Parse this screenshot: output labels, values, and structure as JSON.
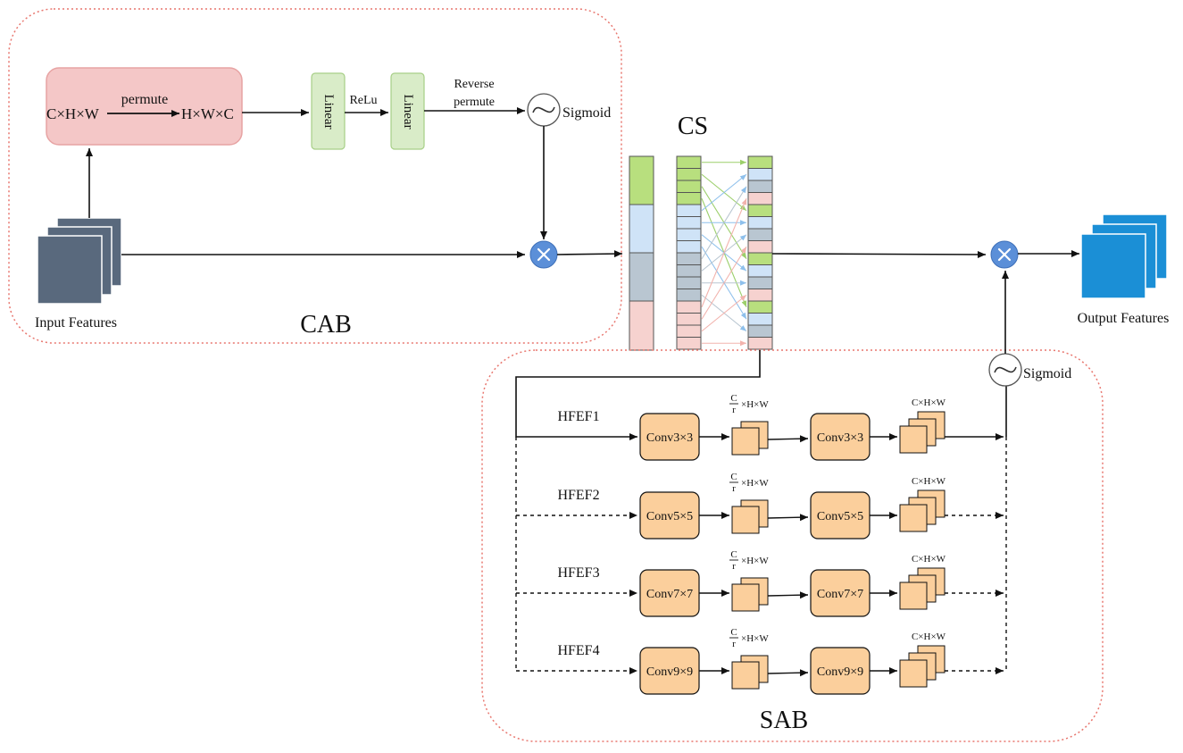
{
  "cab": {
    "title": "CAB",
    "input_label": "Input Features",
    "shape_in": "C×H×W",
    "permute_label": "permute",
    "shape_out": "H×W×C",
    "linear1": "Linear",
    "relu": "ReLu",
    "linear2": "Linear",
    "reverse_line1": "Reverse",
    "reverse_line2": "permute",
    "sigmoid": "Sigmoid"
  },
  "cs": {
    "title": "CS"
  },
  "sab": {
    "title": "SAB",
    "sigmoid": "Sigmoid",
    "reduced_num": "C",
    "reduced_den": "r",
    "reduced_rest": "×H×W",
    "full_shape": "C×H×W",
    "branches": [
      {
        "label": "HFEF1",
        "conv": "Conv3×3"
      },
      {
        "label": "HFEF2",
        "conv": "Conv5×5"
      },
      {
        "label": "HFEF3",
        "conv": "Conv7×7"
      },
      {
        "label": "HFEF4",
        "conv": "Conv9×9"
      }
    ]
  },
  "output_label": "Output Features",
  "colors": {
    "cab_border": "#e8776f",
    "permute_fill": "#f4c7c7",
    "linear_fill": "#d9ecc8",
    "conv_fill": "#fbcf9c",
    "input_cube": "#59697d",
    "output_cube": "#1b8fd6",
    "mult_circle": "#5b8fd8",
    "green": "#b8df7e",
    "blue": "#cfe3f7",
    "gray": "#b9c6d1",
    "pink": "#f6d2cf"
  }
}
